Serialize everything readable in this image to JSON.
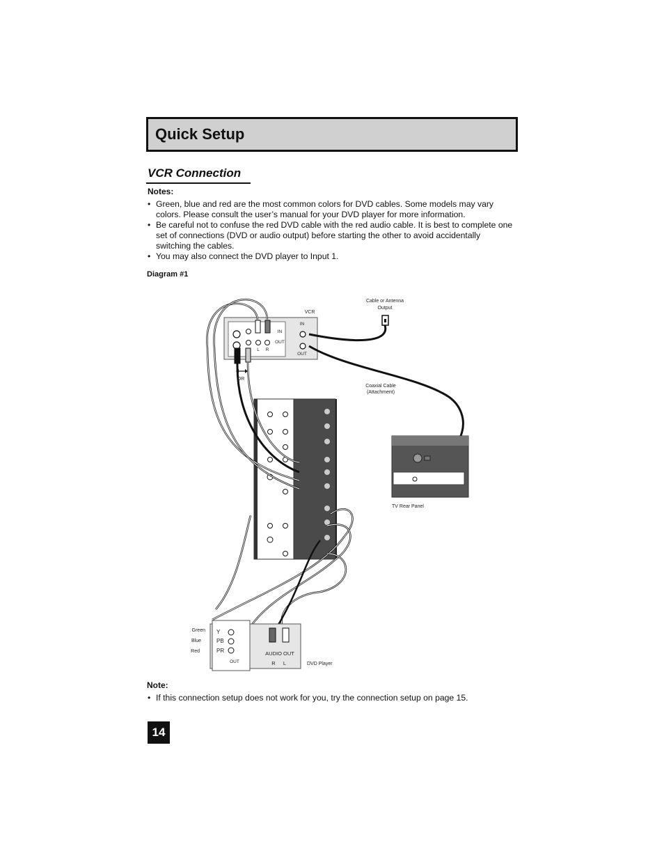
{
  "header": {
    "title": "Quick Setup"
  },
  "section": {
    "title": "VCR Connection"
  },
  "notes": {
    "title": "Notes:",
    "items": [
      "Green, blue and red are the most common colors for DVD cables. Some models may vary colors. Please consult the user’s manual for your DVD player for more information.",
      "Be careful not to confuse the red DVD cable with the red audio cable. It is best to complete one set of connections (DVD or audio output) before starting the other to avoid accidentally switching the cables.",
      "You may also connect the DVD player to Input 1."
    ]
  },
  "diagram": {
    "label": "Diagram #1",
    "cable_antenna_line1": "Cable or Antenna",
    "cable_antenna_line2": "Output",
    "vcr_label": "VCR",
    "vcr_in": "IN",
    "vcr_out": "OUT",
    "vcr_av_in": "IN",
    "vcr_av_out": "OUT",
    "vcr_l": "L",
    "vcr_r": "R",
    "or_label": "OR",
    "coaxial_line1": "Coaxial Cable",
    "coaxial_line2": "(Attachment)",
    "tv_rear_panel": "TV Rear Panel",
    "green": "Green",
    "blue": "Blue",
    "red": "Red",
    "y": "Y",
    "pb": "PB",
    "pr": "PR",
    "dvd_out": "OUT",
    "audio_out": "AUDIO OUT",
    "audio_r": "R",
    "audio_l": "L",
    "dvd_player": "DVD Player"
  },
  "note2": {
    "title": "Note:",
    "item": "If this connection setup does not work for you, try the connection setup on page 15."
  },
  "page_number": "14"
}
